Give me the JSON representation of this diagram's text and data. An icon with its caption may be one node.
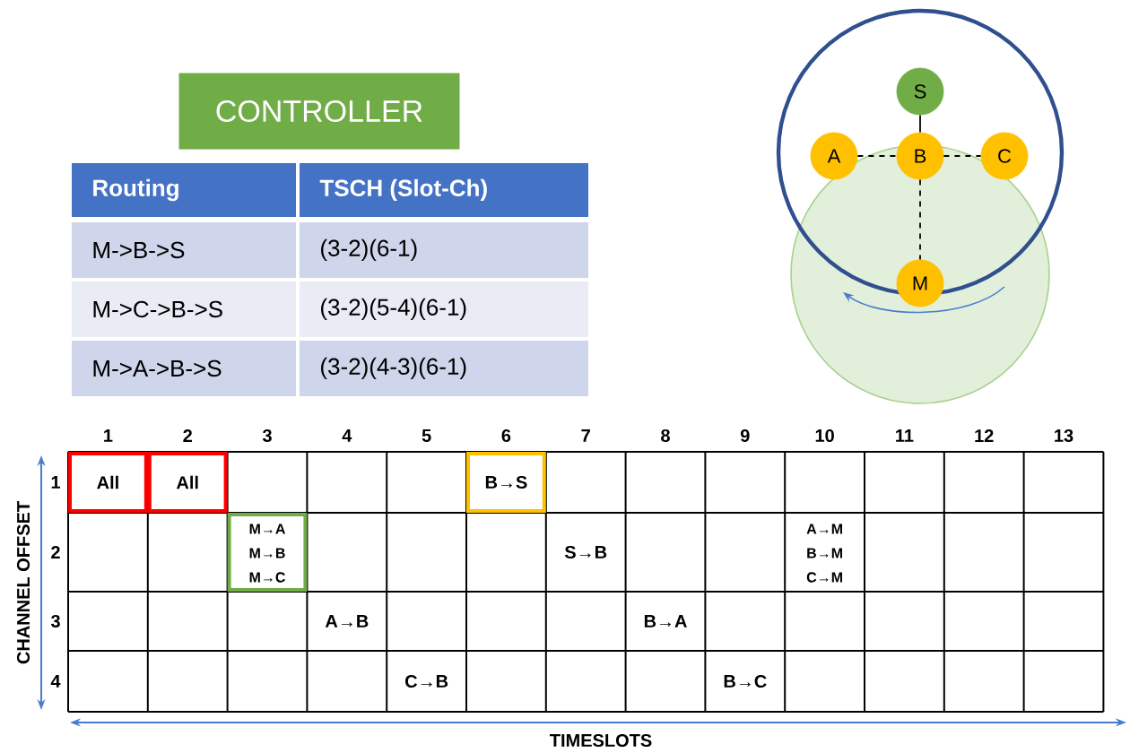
{
  "diagram": {
    "nodes": [
      {
        "text": [
          "CONTROLLER"
        ]
      },
      {
        "text": [
          "S"
        ]
      },
      {
        "text": [
          "B"
        ]
      },
      {
        "text": [
          "A"
        ]
      },
      {
        "text": [
          "C"
        ]
      },
      {
        "text": [
          "M"
        ]
      }
    ],
    "edges": [
      {
        "from": 1,
        "to": 2,
        "arrow": "none"
      },
      {
        "from": 3,
        "to": 2,
        "arrow": "none",
        "style": "dashed"
      },
      {
        "from": 2,
        "to": 4,
        "arrow": "none",
        "style": "dashed"
      },
      {
        "from": 2,
        "to": 5,
        "arrow": "none",
        "style": "dashed"
      }
    ],
    "labels": [
      "Routing",
      "TSCH (Slot-Ch)",
      "M->B->S",
      "(3-2)(6-1)",
      "M->C->B->S",
      "(3-2)(5-4)(6-1)",
      "M->A->B->S",
      "(3-2)(4-3)(6-1)",
      "1",
      "2",
      "3",
      "4",
      "5",
      "6",
      "7",
      "8",
      "9",
      "10",
      "11",
      "12",
      "13",
      "CHANNEL OFFSET",
      "1",
      "All",
      "All",
      "B→S",
      "2",
      "M→A",
      "A→M",
      "M→B",
      "S→B",
      "B→M",
      "M→C",
      "C→M",
      "3",
      "A→B",
      "B→A",
      "4",
      "C→B",
      "B→C",
      "TIMESLOTS"
    ]
  }
}
